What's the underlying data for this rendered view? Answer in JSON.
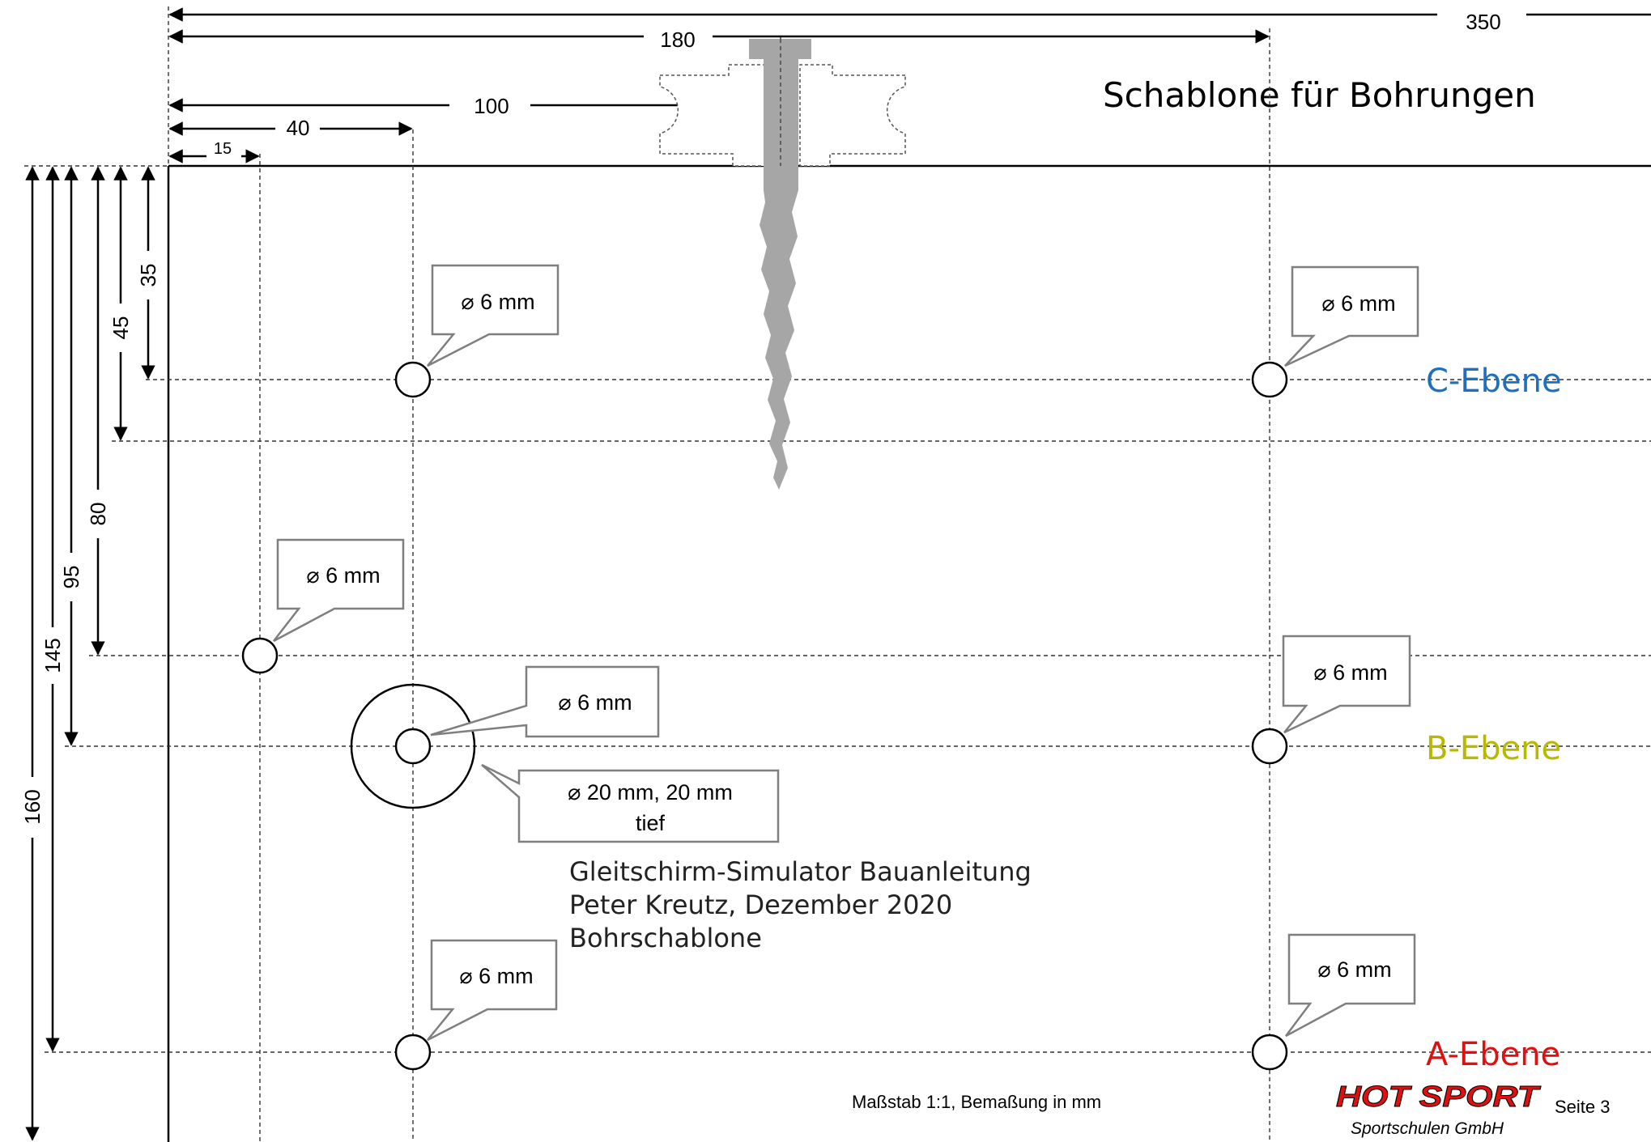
{
  "title": "Schablone für Bohrungen",
  "dimensions": {
    "top_350": "350",
    "top_180": "180",
    "top_100": "100",
    "top_40": "40",
    "top_15": "15",
    "left_35": "35",
    "left_45": "45",
    "left_80": "80",
    "left_95": "95",
    "left_145": "145",
    "left_160": "160"
  },
  "planes": {
    "c": "C-Ebene",
    "b": "B-Ebene",
    "a": "A-Ebene"
  },
  "callouts": {
    "c_left": "⌀ 6 mm",
    "c_right": "⌀ 6 mm",
    "mid_left": "⌀ 6 mm",
    "b_left": "⌀ 6 mm",
    "b_right": "⌀ 6 mm",
    "b_large_line1": "⌀ 20 mm, 20 mm",
    "b_large_line2": "tief",
    "a_left": "⌀ 6 mm",
    "a_right": "⌀ 6 mm"
  },
  "info": {
    "line1": "Gleitschirm-Simulator Bauanleitung",
    "line2": "Peter Kreutz, Dezember 2020",
    "line3": "Bohrschablone"
  },
  "footer": {
    "scale": "Maßstab 1:1, Bemaßung in mm",
    "logo": "HOT SPORT",
    "company": "Sportschulen GmbH",
    "page": "Seite 3"
  },
  "colors": {
    "c_plane": "#1f6fc0",
    "b_plane": "#b8b800",
    "a_plane": "#e01010",
    "logo": "#e01010",
    "screw": "#a6a6a6"
  }
}
